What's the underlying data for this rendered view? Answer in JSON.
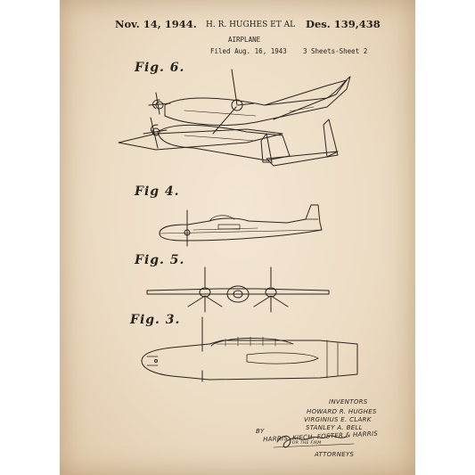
{
  "header": {
    "date": "Nov. 14, 1944.",
    "inventors": "H. R. HUGHES ET AL",
    "design_number": "Des. 139,438",
    "title": "AIRPLANE",
    "filed": "Filed Aug. 16, 1943",
    "sheets": "3 Sheets-Sheet 2"
  },
  "figures": {
    "fig6": "Fig. 6.",
    "fig4": "Fig 4.",
    "fig5": "Fig. 5.",
    "fig3": "Fig. 3."
  },
  "inventors_block": {
    "heading": "INVENTORS",
    "names": [
      "HOWARD R. HUGHES",
      "VIRGINIUS E. CLARK",
      "STANLEY A. BELL"
    ],
    "by": "BY",
    "firm": "HARRIS, KIECH, FOSTER & HARRIS",
    "firm_sub": "FOR THE FIRM",
    "attorneys": "ATTORNEYS"
  },
  "colors": {
    "paper": "#ecdcc4",
    "ink": "#2a231d"
  }
}
